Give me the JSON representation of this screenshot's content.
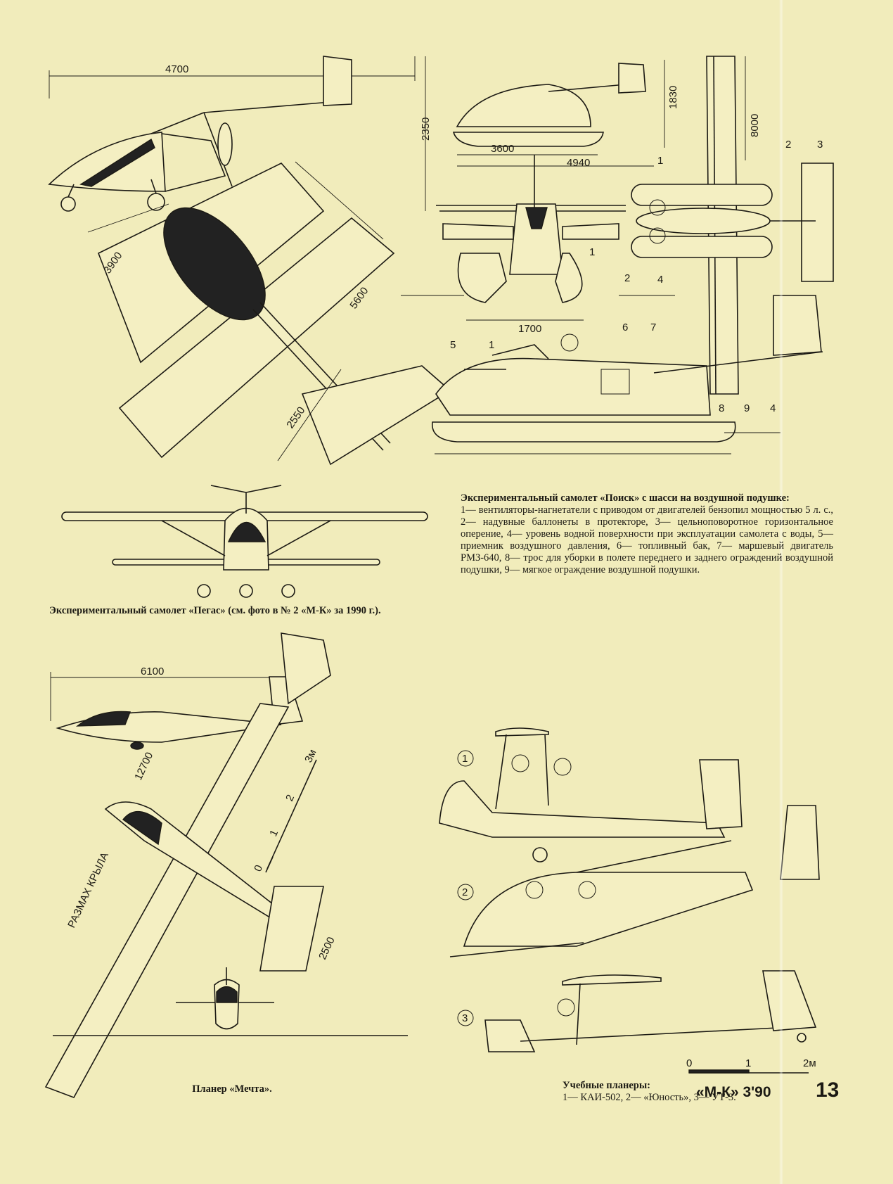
{
  "dimensions": {
    "pegas_length": "4700",
    "pegas_height": "2350",
    "pegas_wingspan": "5600",
    "pegas_chord": "3900",
    "pegas_tail": "2550",
    "poisk_height": "1830",
    "poisk_hull": "3600",
    "poisk_length": "4940",
    "poisk_span": "8000",
    "poisk_track": "1700",
    "mechta_length": "6100",
    "mechta_span": "12700",
    "mechta_tail": "2500",
    "span_label": "РАЗМАХ КРЫЛА"
  },
  "scales": {
    "mechta": [
      "0",
      "1",
      "2",
      "3м"
    ],
    "trainer": [
      "0",
      "1",
      "2м"
    ]
  },
  "callouts": {
    "poisk_front": [
      "1",
      "2",
      "4"
    ],
    "poisk_top": [
      "1",
      "2",
      "3"
    ],
    "poisk_side": [
      "5",
      "1",
      "6",
      "7",
      "8",
      "9",
      "4"
    ],
    "trainer_numbers": [
      "1",
      "2",
      "3"
    ]
  },
  "captions": {
    "poisk_title": "Экспериментальный самолет «Поиск» с шасси на воздушной подушке:",
    "poisk_body": "1— вентиляторы-нагнетатели с приводом от двигателей бензопил мощностью 5 л. с., 2— надувные баллонеты в протекторе, 3— цельноповоротное горизонтальное оперение, 4— уровень водной поверхности при эксплуатации самолета с воды, 5— приемник воздушного давления, 6— топливный бак, 7— маршевый двигатель РМЗ-640, 8— трос для уборки в полете переднего и заднего ограждений воздушной подушки, 9— мягкое ограждение воздушной подушки.",
    "pegas": "Экспериментальный самолет «Пегас» (см. фото в № 2 «М-К» за 1990 г.).",
    "mechta": "Планер «Мечта».",
    "trainers_title": "Учебные планеры:",
    "trainers_body": "1— КАИ-502, 2— «Юность», 3— УТ-3."
  },
  "footer": {
    "magazine": "«М-К» 3'90",
    "page_number": "13"
  }
}
